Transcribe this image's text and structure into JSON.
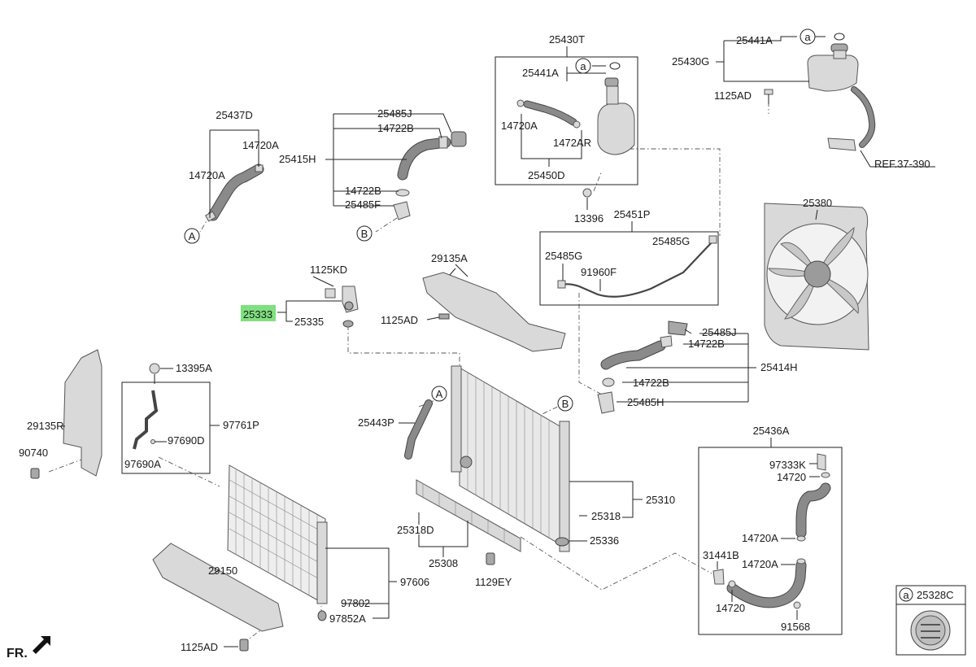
{
  "labels": {
    "l25437D": "25437D",
    "l14720A_a": "14720A",
    "l14720A_b": "14720A",
    "l25485J_a": "25485J",
    "l14722B_a": "14722B",
    "l25415H": "25415H",
    "l14722B_b": "14722B",
    "l25485F": "25485F",
    "l25430T": "25430T",
    "l25441A_a": "25441A",
    "l14720A_c": "14720A",
    "l1472AR": "1472AR",
    "l25450D": "25450D",
    "l13396": "13396",
    "l25451P": "25451P",
    "l25485G_a": "25485G",
    "l25485G_b": "25485G",
    "l91960F": "91960F",
    "l25441A_b": "25441A",
    "l25430G": "25430G",
    "l1125AD_a": "1125AD",
    "lREF": "REF.37-390",
    "l25380": "25380",
    "l1125KD": "1125KD",
    "l25333": "25333",
    "l25335": "25335",
    "l29135A": "29135A",
    "l1125AD_b": "1125AD",
    "l25485J_b": "25485J",
    "l14722B_c": "14722B",
    "l25414H": "25414H",
    "l14722B_d": "14722B",
    "l25485H": "25485H",
    "l13395A": "13395A",
    "l97761P": "97761P",
    "l97690D": "97690D",
    "l97690A": "97690A",
    "l29135R": "29135R",
    "l90740": "90740",
    "l25443P": "25443P",
    "l25310": "25310",
    "l25318": "25318",
    "l25318D": "25318D",
    "l25336": "25336",
    "l25308": "25308",
    "l1129EY": "1129EY",
    "l29150": "29150",
    "l97606": "97606",
    "l97802": "97802",
    "l97852A": "97852A",
    "l1125AD_c": "1125AD",
    "l25436A": "25436A",
    "l97333K": "97333K",
    "l14720_a": "14720",
    "l14720A_d": "14720A",
    "l31441B": "31441B",
    "l14720A_e": "14720A",
    "l14720_b": "14720",
    "l91568": "91568",
    "l25328C": "25328C",
    "fr": "FR."
  },
  "markers": {
    "a": "a",
    "A": "A",
    "B": "B"
  },
  "colors": {
    "highlight": "#7fe07f",
    "line": "#222222",
    "part_fill": "#d9d9d9"
  }
}
